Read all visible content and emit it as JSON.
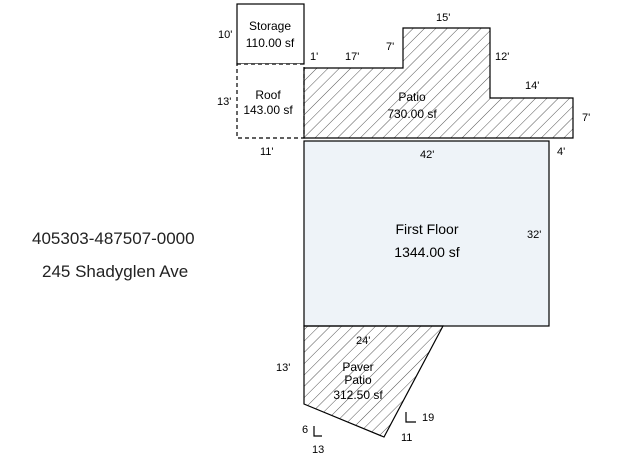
{
  "parcel": {
    "id": "405303-487507-0000",
    "address": "245 Shadyglen Ave"
  },
  "areas": {
    "storage": {
      "name": "Storage",
      "sf": "110.00 sf"
    },
    "roof": {
      "name": "Roof",
      "sf": "143.00 sf"
    },
    "patio": {
      "name": "Patio",
      "sf": "730.00 sf"
    },
    "first_floor": {
      "name": "First Floor",
      "sf": "1344.00 sf"
    },
    "paver_patio": {
      "name_line1": "Paver",
      "name_line2": "Patio",
      "sf": "312.50 sf"
    }
  },
  "dimensions": {
    "storage_side": "10'",
    "roof_side": "13'",
    "roof_bottom": "11'",
    "patio_step1": "1'",
    "patio_top1": "17'",
    "patio_step2": "7'",
    "patio_top2": "15'",
    "patio_right1": "12'",
    "patio_top3": "14'",
    "patio_right2": "7'",
    "floor_top": "42'",
    "floor_step": "4'",
    "floor_right": "32'",
    "paver_top": "24'",
    "paver_left": "13'",
    "paver_corner_a": "6",
    "paver_corner_b": "13",
    "paver_corner_c": "19",
    "paver_corner_d": "11"
  },
  "colors": {
    "line": "#000000",
    "hatch": "#555555",
    "floor_fill": "#eef3f8"
  }
}
